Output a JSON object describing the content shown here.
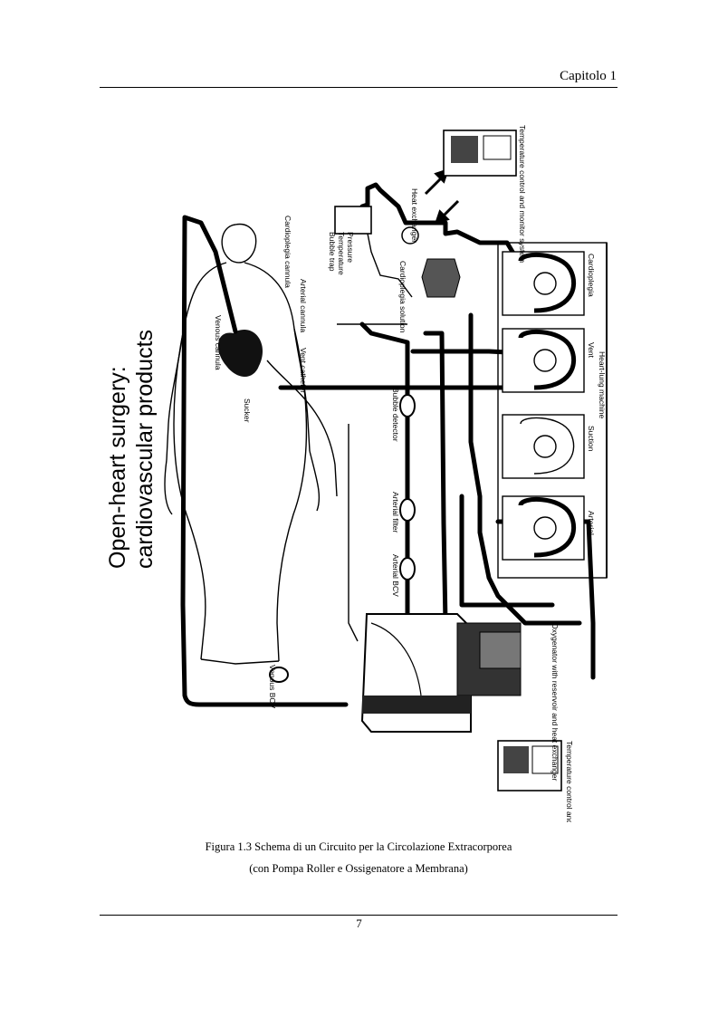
{
  "header": {
    "chapter": "Capitolo 1"
  },
  "figure": {
    "title_line1": "Open-heart surgery:",
    "title_line2": "cardiovascular products",
    "labels": {
      "venous_cannula": "Venous cannula",
      "cardioplegia_cannula": "Cardioplegia cannula",
      "arterial_cannula": "Arterial cannula",
      "vent_catheter": "Vent catheter",
      "sucker": "Sucker",
      "bubble_trap": "Bubble trap",
      "temperature": "Temperature",
      "pressure": "Pressure",
      "cardioplegia_solution": "Cardioplegia solution",
      "heat_exchanger": "Heat exchanger",
      "temp_control_top": "Temperature control and monitor system",
      "bubble_detector": "Bubble detector",
      "arterial_filter": "Arterial filter",
      "arterial_bcv": "Arterial BCV",
      "venous_bcv": "Venous BCV",
      "oxygenator": "Oxygenator with reservoir and heat exchanger",
      "temp_control_bottom": "Temperature control and monitor system",
      "pump_cardioplegia": "Cardioplegia",
      "pump_vent": "Vent",
      "pump_suction": "Suction",
      "pump_arterial": "Arterial",
      "heart_lung_machine": "Heart-lung machine"
    }
  },
  "caption": {
    "line1": "Figura 1.3 Schema di un Circuito per la Circolazione Extracorporea",
    "line2": "(con Pompa Roller e Ossigenatore a Membrana)"
  },
  "footer": {
    "page_number": "7"
  }
}
